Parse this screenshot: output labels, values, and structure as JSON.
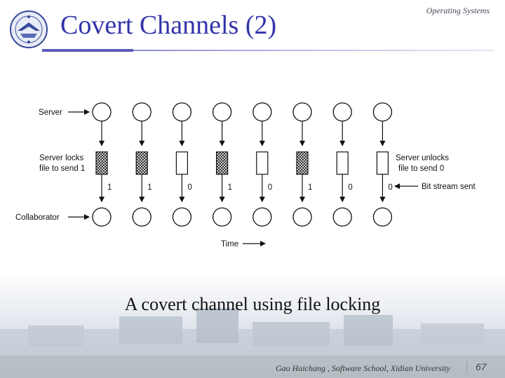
{
  "header": {
    "title": "Covert Channels (2)",
    "course": "Operating Systems",
    "logo_icon": "university-seal-icon"
  },
  "diagram": {
    "bits": [
      "1",
      "1",
      "0",
      "1",
      "0",
      "1",
      "0",
      "0"
    ],
    "locked": [
      true,
      true,
      false,
      true,
      false,
      true,
      false,
      false
    ],
    "labels": {
      "server": "Server",
      "collaborator": "Collaborator",
      "server_locks_line1": "Server locks",
      "server_locks_line2": "file to send 1",
      "server_unlocks_line1": "Server unlocks",
      "server_unlocks_line2": "file to send 0",
      "bit_stream": "Bit stream sent",
      "time": "Time"
    }
  },
  "caption": "A covert channel using file locking",
  "footer": {
    "credit": "Gao Haichang , Software School, Xidian University",
    "page": "67"
  },
  "colors": {
    "title": "#3333aa",
    "rule": "#5a5ab8"
  }
}
